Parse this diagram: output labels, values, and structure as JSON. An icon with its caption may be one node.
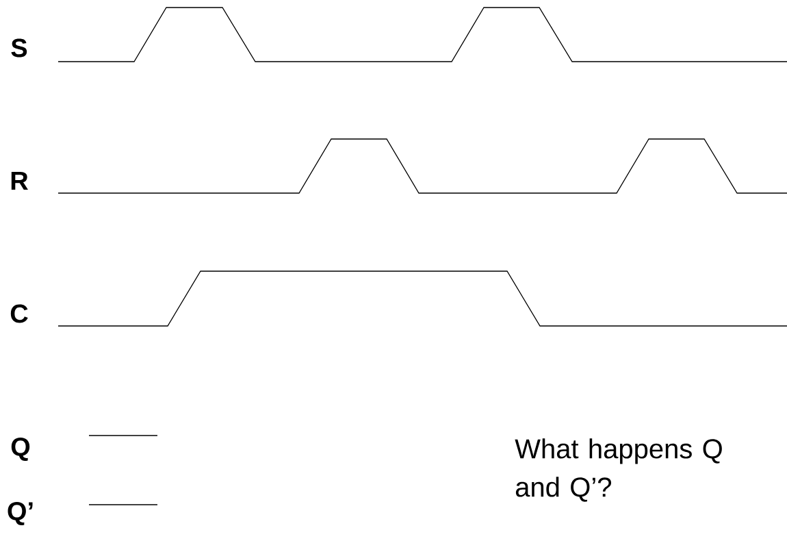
{
  "diagram": {
    "labels": [
      "S",
      "R",
      "C",
      "Q",
      "Q’",
      "What happens Q and Q’?"
    ]
  }
}
